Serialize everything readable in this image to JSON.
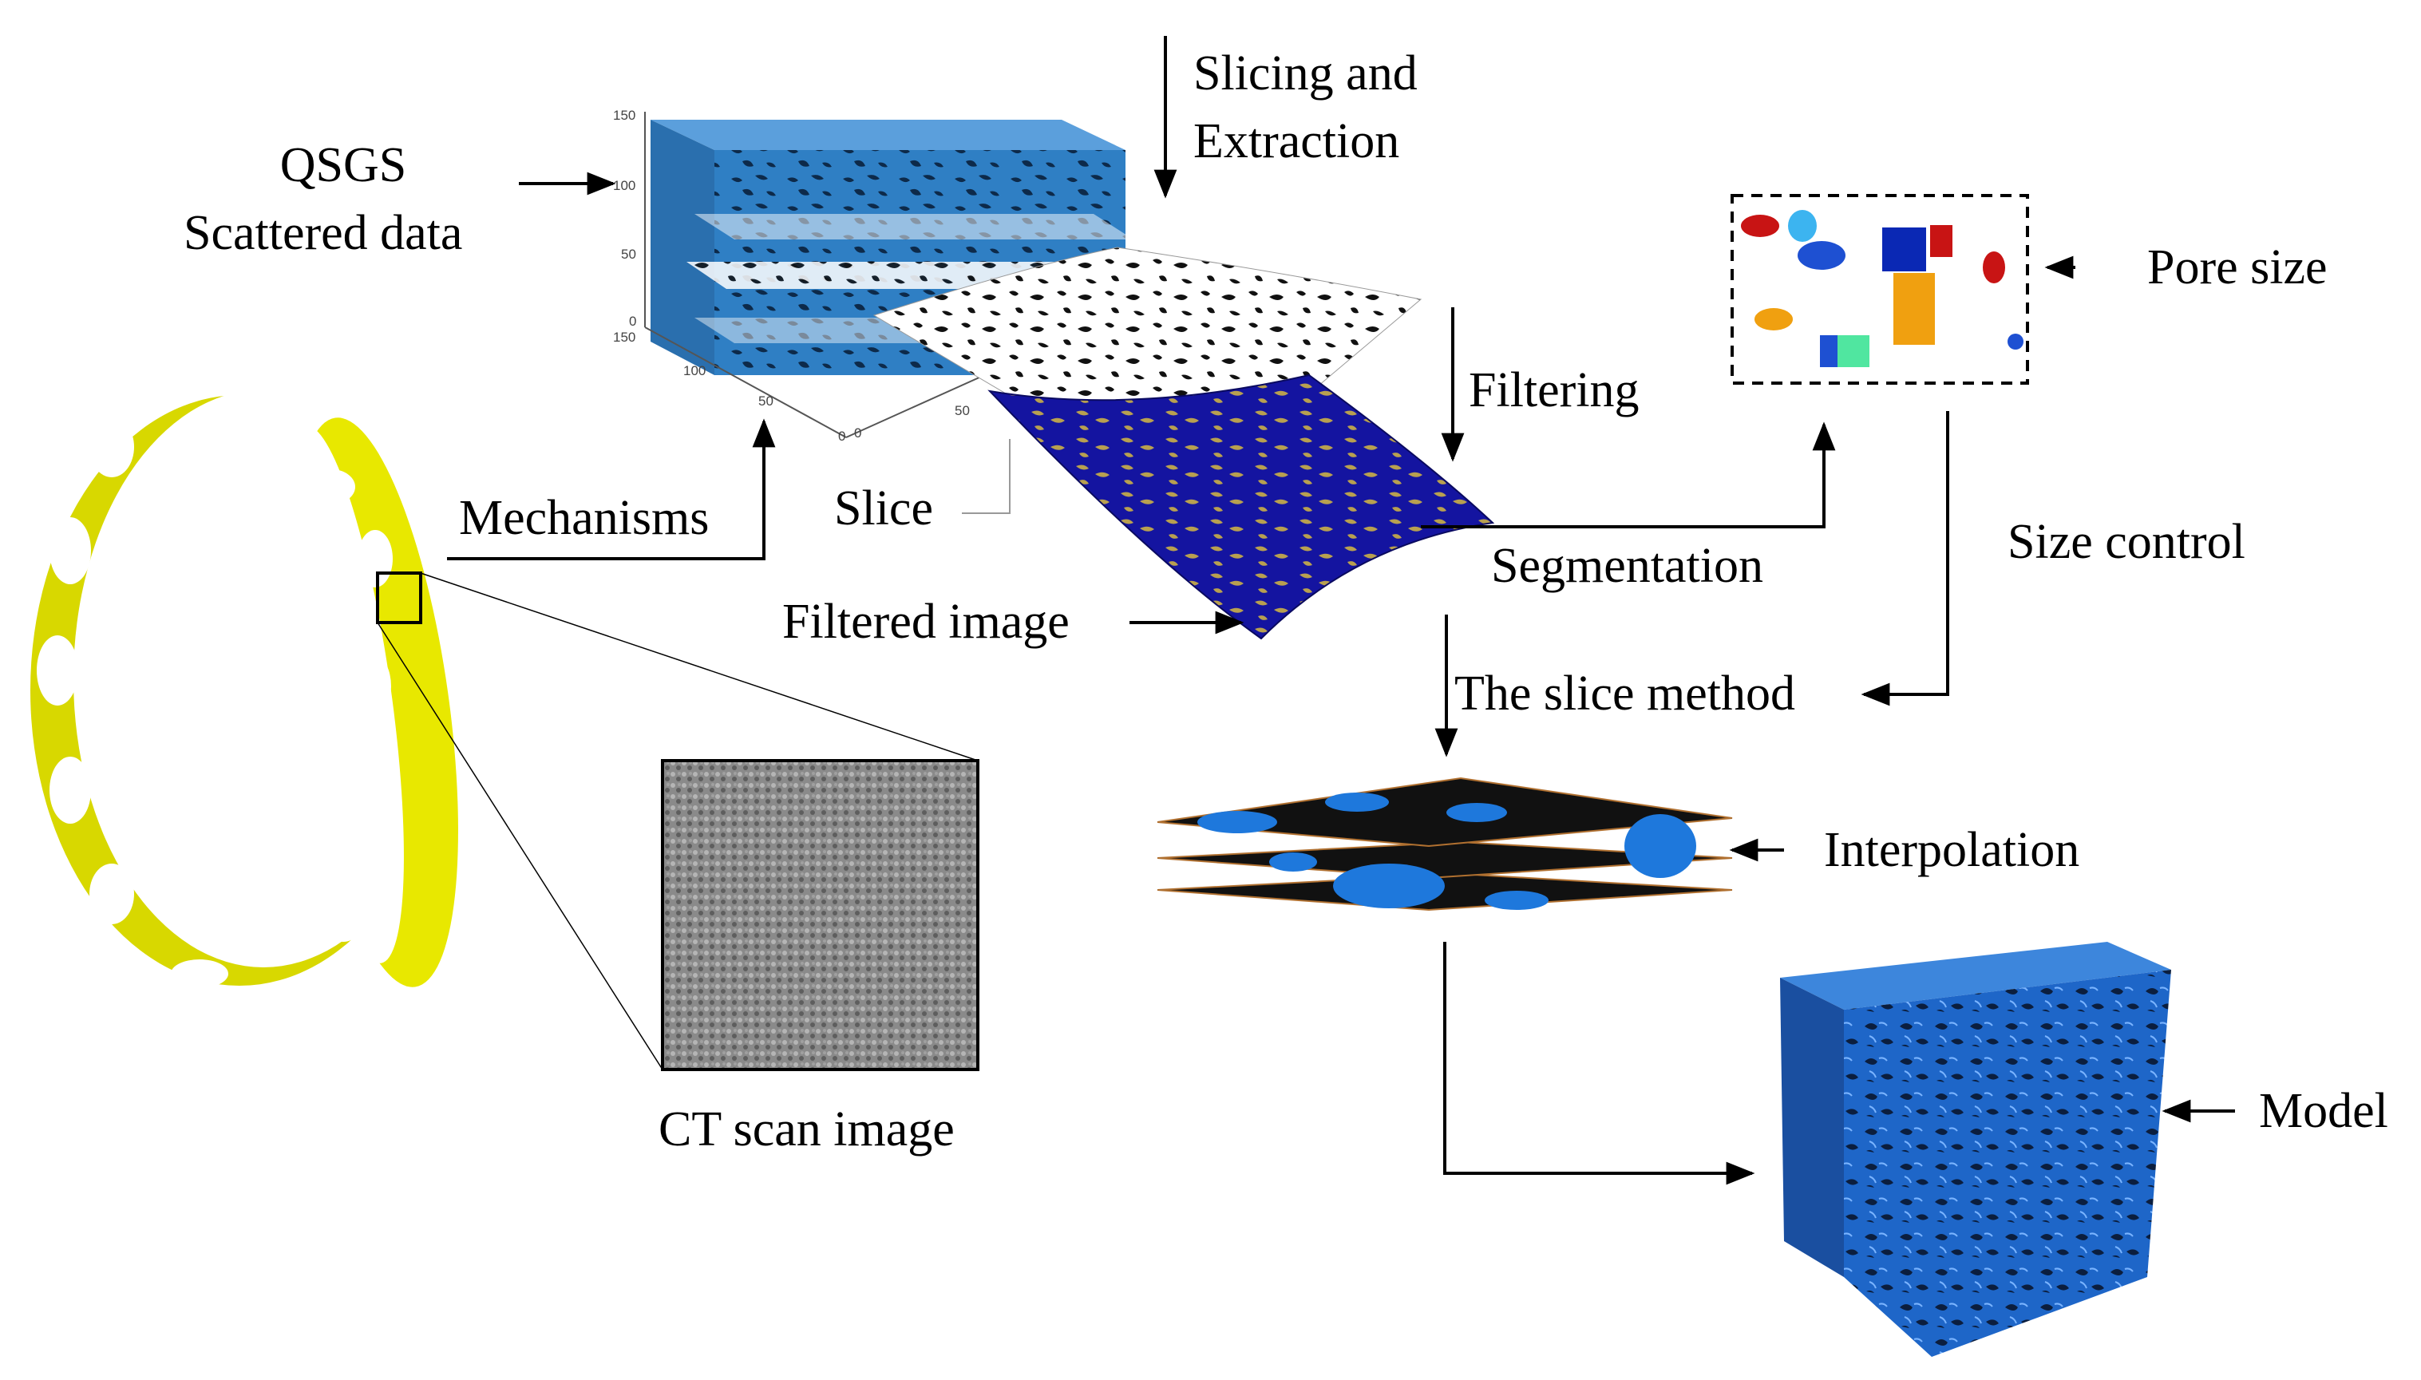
{
  "labels": {
    "qsgs_line1": "QSGS",
    "qsgs_line2": "Scattered data",
    "slicing_line1": "Slicing and",
    "slicing_line2": "Extraction",
    "mechanisms": "Mechanisms",
    "slice": "Slice",
    "filtering": "Filtering",
    "segmentation": "Segmentation",
    "filtered_image": "Filtered image",
    "pore_size": "Pore size",
    "size_control": "Size control",
    "slice_method": "The slice method",
    "interpolation": "Interpolation",
    "ct_scan": "CT scan image",
    "model": "Model"
  },
  "cube_axis_ticks": {
    "z": [
      "150",
      "100",
      "50",
      "0"
    ],
    "y": [
      "150",
      "100",
      "50",
      "0"
    ],
    "x": [
      "0",
      "50"
    ]
  },
  "colors": {
    "ring": "#e8e800",
    "cube_blue": "#2f7fc4",
    "filtered_blue": "#1414a0",
    "filtered_pore": "#b8a050",
    "pore_blue": "#1e78dc",
    "arrow": "#000000"
  }
}
